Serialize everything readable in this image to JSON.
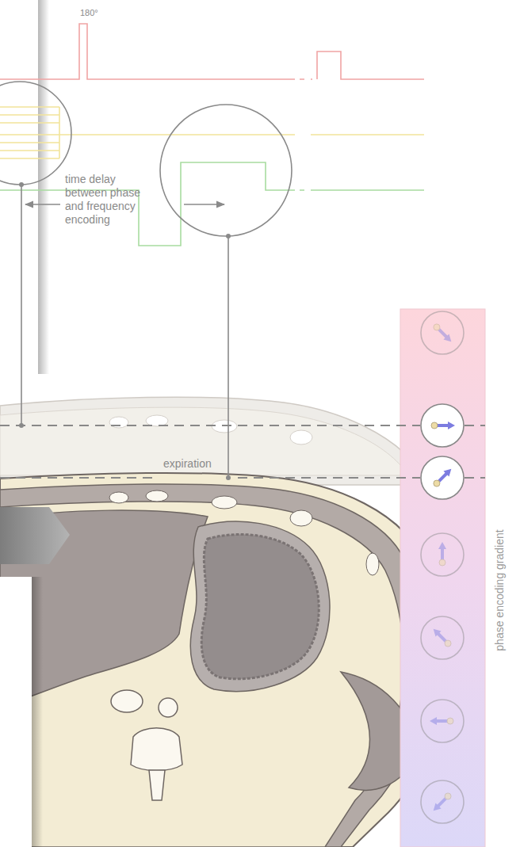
{
  "diagram": {
    "nodes": [
      {
        "text": [
          "phase encoding gradient"
        ]
      }
    ],
    "labels": [
      "180°",
      "time delay between phase and frequency encoding",
      "expiration"
    ]
  }
}
